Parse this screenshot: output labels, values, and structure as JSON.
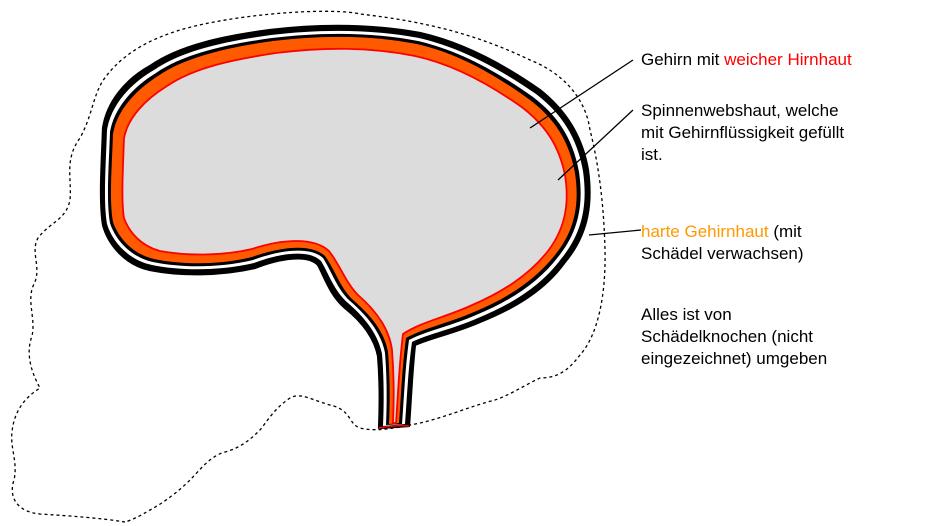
{
  "colors": {
    "brain_fill": "#dcdcdc",
    "pia_mater": "#ff0000",
    "arachnoid_band": "#ff5a00",
    "dura_outline": "#000000",
    "soft_meninx_text": "#ff0000",
    "hard_meninx_text": "#ff9900"
  },
  "labels": {
    "brain": {
      "prefix": "Gehirn mit ",
      "highlight": "weicher Hirnhaut"
    },
    "arachnoid": {
      "line1": "Spinnenwebshaut, welche",
      "line2": "mit Gehirnflüssigkeit gefüllt",
      "line3": "ist."
    },
    "dura": {
      "highlight": "harte Gehirnhaut",
      "suffix": " (mit",
      "line2": "Schädel verwachsen)"
    },
    "skull": {
      "line1": "Alles ist von",
      "line2": "Schädelknochen (nicht",
      "line3": "eingezeichnet) umgeben"
    }
  }
}
